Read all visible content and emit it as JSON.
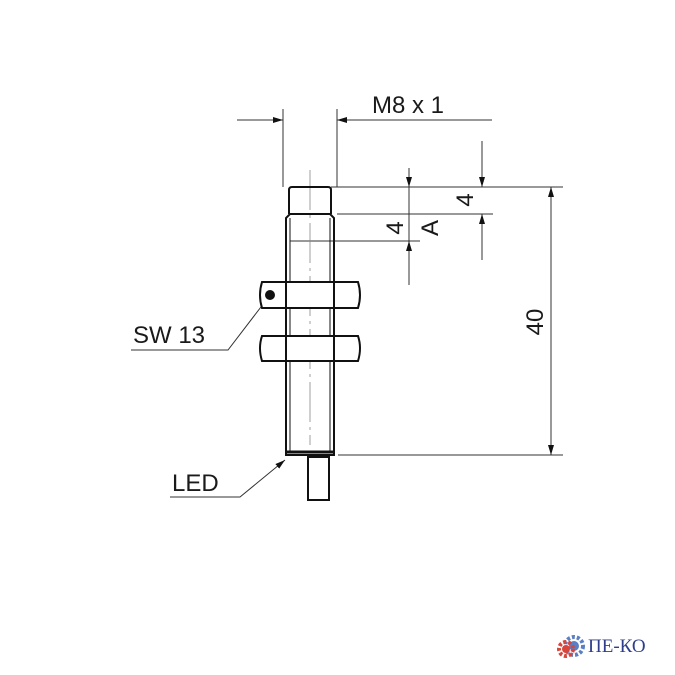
{
  "drawing": {
    "thread_label": "M8 x 1",
    "sensing_label": "A",
    "dim_sensing": "4",
    "dim_cap": "4",
    "dim_length": "40",
    "wrench_label": "SW 13",
    "led_label": "LED"
  },
  "logo": {
    "text": "ПЕ-КО",
    "accent": "#2f3e8c",
    "gear_colors": [
      "#d9453a",
      "#5b7fc4"
    ]
  }
}
